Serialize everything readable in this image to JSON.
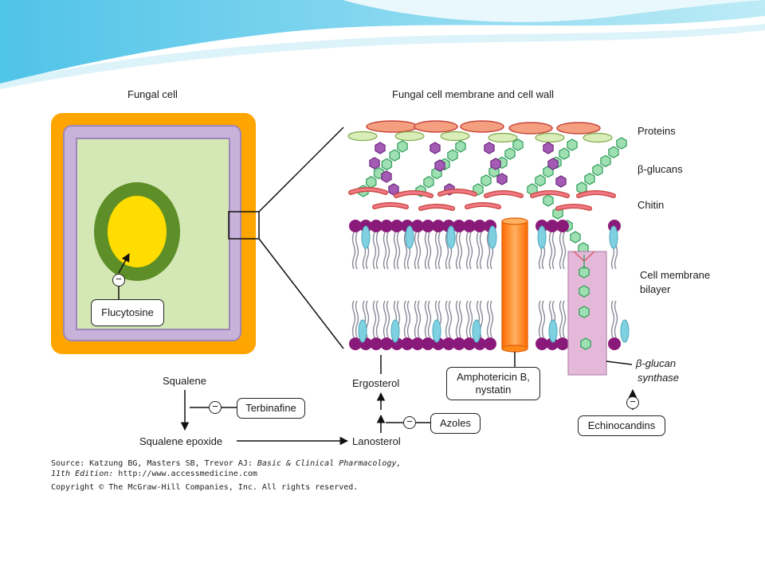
{
  "panels": {
    "left_title": "Fungal cell",
    "right_title": "Fungal cell membrane and cell wall"
  },
  "layers": {
    "proteins": "Proteins",
    "glucans": "β-glucans",
    "chitin": "Chitin",
    "membrane_line1": "Cell membrane",
    "membrane_line2": "bilayer",
    "synthase_line1": "β-glucan",
    "synthase_line2": "synthase"
  },
  "pathway": {
    "squalene": "Squalene",
    "squalene_epoxide": "Squalene epoxide",
    "lanosterol": "Lanosterol",
    "ergosterol": "Ergosterol"
  },
  "drugs": {
    "flucytosine": "Flucytosine",
    "terbinafine": "Terbinafine",
    "azoles": "Azoles",
    "amphotericin_line1": "Amphotericin B,",
    "amphotericin_line2": "nystatin",
    "echinocandins": "Echinocandins"
  },
  "inhibit_symbol": "−",
  "source": {
    "line1_prefix": "Source: Katzung BG, Masters SB, Trevor AJ: ",
    "line1_book": "Basic & Clinical Pharmacology,",
    "line2_edition": "11th Edition:",
    "line2_url": " http://www.accessmedicine.com",
    "copyright": "Copyright © The McGraw-Hill Companies, Inc. All rights reserved."
  },
  "colors": {
    "cell_wall_outer": "#FFA500",
    "cell_membrane": "#C7B2DA",
    "cytoplasm": "#D3E8B4",
    "nucleus_ring": "#5E8E27",
    "nucleus": "#FFDD00",
    "protein": "#F4A080",
    "glucan_green": "#9FE0B2",
    "glucan_purple": "#A45BB4",
    "chitin": "#F07884",
    "lipid_head": "#8A1A7A",
    "ergosterol": "#7FD0E0",
    "amphotericin": "#FF8A1A",
    "synthase": "#E3B8D8"
  }
}
